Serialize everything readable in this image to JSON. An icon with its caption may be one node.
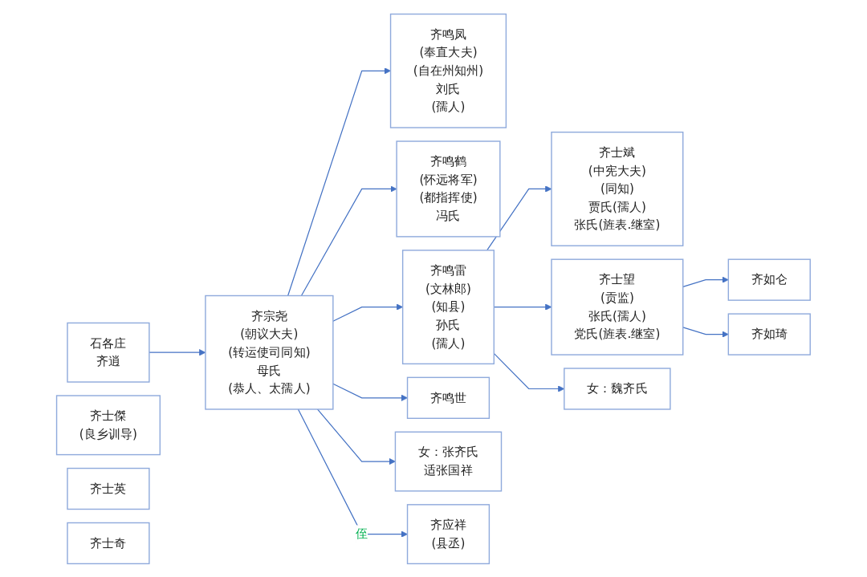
{
  "diagram": {
    "nodes": [
      {
        "text": [
          "石各庄",
          "齐逍"
        ]
      },
      {
        "text": [
          "齐宗尧",
          "(朝议大夫)",
          "(转运使司同知)",
          "母氏",
          "(恭人、太孺人)"
        ]
      },
      {
        "text": [
          "齐鸣凤",
          "(奉直大夫)",
          "(自在州知州)",
          "刘氏",
          "(孺人)"
        ]
      },
      {
        "text": [
          "齐鸣鹤",
          "(怀远将军)",
          "(都指挥使)",
          "冯氏"
        ]
      },
      {
        "text": [
          "齐鸣雷",
          "(文林郎)",
          "(知县)",
          "孙氏",
          "(孺人)"
        ]
      },
      {
        "text": [
          "齐鸣世"
        ]
      },
      {
        "text": [
          "女：张齐氏",
          "适张国祥"
        ]
      },
      {
        "text": [
          "齐应祥",
          "(县丞)"
        ]
      },
      {
        "text": [
          "齐士傑",
          "(良乡训导)"
        ]
      },
      {
        "text": [
          "齐士英"
        ]
      },
      {
        "text": [
          "齐士奇"
        ]
      },
      {
        "text": [
          "齐士斌",
          "(中宪大夫)",
          "(同知)",
          "贾氏(孺人)",
          "张氏(旌表.继室)"
        ]
      },
      {
        "text": [
          "齐士望",
          "(贡监)",
          "张氏(孺人)",
          "党氏(旌表.继室)"
        ]
      },
      {
        "text": [
          "女：魏齐氏"
        ]
      },
      {
        "text": [
          "齐如仑"
        ]
      },
      {
        "text": [
          "齐如琦"
        ]
      }
    ],
    "edges": [
      {
        "from": 0,
        "to": 1,
        "arrow": "to"
      },
      {
        "from": 1,
        "to": 2,
        "arrow": "to"
      },
      {
        "from": 1,
        "to": 3,
        "arrow": "to"
      },
      {
        "from": 1,
        "to": 4,
        "arrow": "to"
      },
      {
        "from": 1,
        "to": 5,
        "arrow": "to"
      },
      {
        "from": 1,
        "to": 6,
        "arrow": "to"
      },
      {
        "from": 1,
        "to": 7,
        "arrow": "to",
        "label": "侄"
      },
      {
        "from": 4,
        "to": 11,
        "arrow": "to"
      },
      {
        "from": 4,
        "to": 12,
        "arrow": "to"
      },
      {
        "from": 4,
        "to": 13,
        "arrow": "to"
      },
      {
        "from": 12,
        "to": 14,
        "arrow": "to"
      },
      {
        "from": 12,
        "to": 15,
        "arrow": "to"
      }
    ]
  }
}
